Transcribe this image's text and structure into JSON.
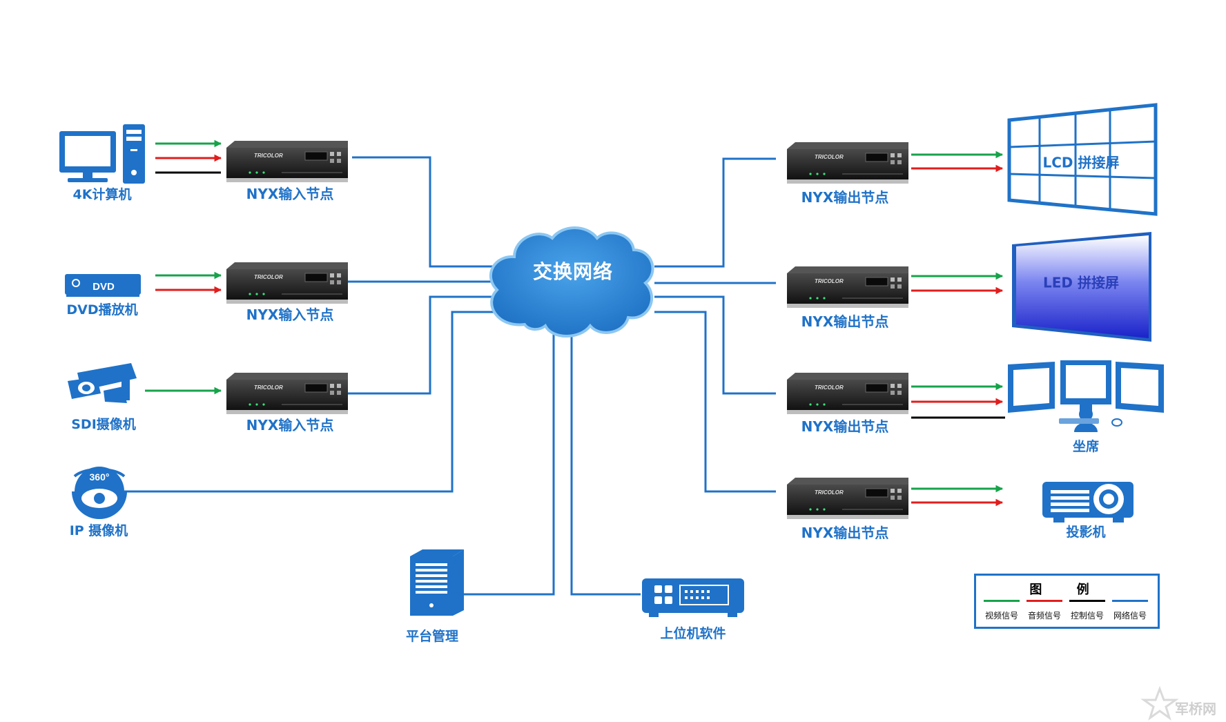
{
  "labels": {
    "pc4k": "4K计算机",
    "dvd": "DVD播放机",
    "sdi": "SDI摄像机",
    "ipcam": "IP 摄像机",
    "platform": "平台管理",
    "host_sw": "上位机软件",
    "seat": "坐席",
    "projector": "投影机"
  },
  "input_nodes": [
    "NYX输入节点",
    "NYX输入节点",
    "NYX输入节点"
  ],
  "output_nodes": [
    "NYX输出节点",
    "NYX输出节点",
    "NYX输出节点",
    "NYX输出节点"
  ],
  "node_brand": "TRICOLOR",
  "dvd_badge": "DVD",
  "ipcam_badge": "360°",
  "cloud": {
    "label": "交换网络"
  },
  "screens": {
    "lcd": "LCD 拼接屏",
    "led": "LED 拼接屏"
  },
  "legend": {
    "title": "图 例",
    "items": [
      {
        "label": "视频信号",
        "color": "#16a34a"
      },
      {
        "label": "音频信号",
        "color": "#e11d1d"
      },
      {
        "label": "控制信号",
        "color": "#000000"
      },
      {
        "label": "网络信号",
        "color": "#1f72c8"
      }
    ]
  },
  "colors": {
    "video": "#16a34a",
    "audio": "#e11d1d",
    "control": "#000000",
    "network": "#1f72c8",
    "device_blue": "#1f72c8"
  },
  "watermark": "军桥网"
}
